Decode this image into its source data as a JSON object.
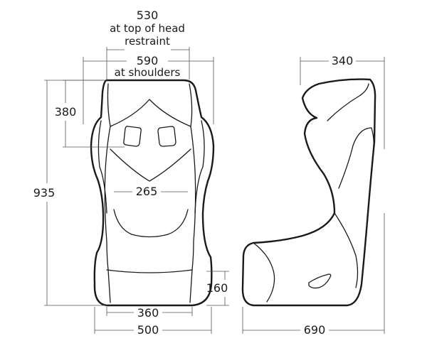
{
  "dimensions": {
    "head_restraint_width": {
      "value": "530",
      "note_line1": "at top of head",
      "note_line2": "restraint"
    },
    "shoulder_width": {
      "value": "590",
      "note": "at shoulders"
    },
    "shoulder_height": {
      "value": "380"
    },
    "total_height": {
      "value": "935"
    },
    "inner_width": {
      "value": "265"
    },
    "cushion_height": {
      "value": "160"
    },
    "seat_width": {
      "value": "360"
    },
    "base_width": {
      "value": "500"
    },
    "side_top_depth": {
      "value": "340"
    },
    "side_depth": {
      "value": "690"
    }
  },
  "views": [
    "front-view",
    "side-view"
  ]
}
